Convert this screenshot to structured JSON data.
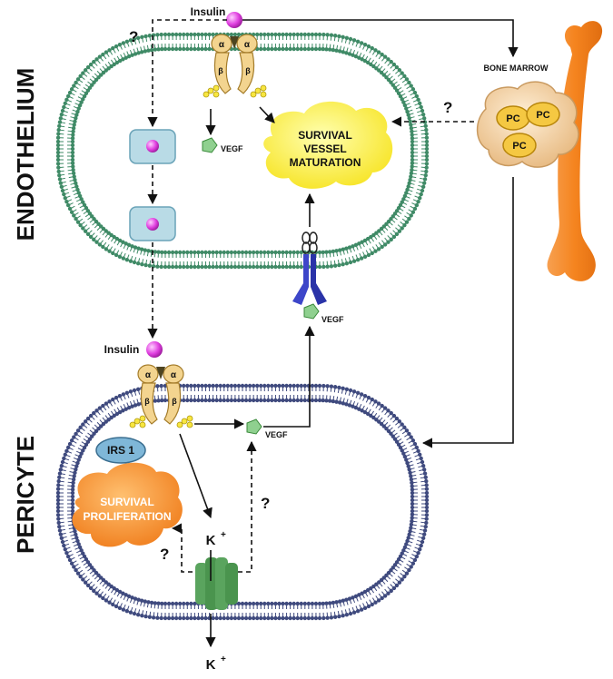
{
  "side_labels": {
    "endothelium": "ENDOTHELIUM",
    "pericyte": "PERICYTE"
  },
  "insulin_top": "Insulin",
  "insulin_mid": "Insulin",
  "question": "?",
  "receptor": {
    "alpha": "α",
    "beta": "β"
  },
  "vegf": "VEGF",
  "bone_marrow": "BONE MARROW",
  "pc": "PC",
  "survival_maturation": {
    "line1": "SURVIVAL",
    "line2": "VESSEL",
    "line3": "MATURATION"
  },
  "survival_proliferation": {
    "line1": "SURVIVAL",
    "line2": "PROLIFERATION"
  },
  "irs1": "IRS 1",
  "potassium": {
    "base": "K",
    "sup": "+"
  },
  "colors": {
    "endothelium_membrane": "#3f8a66",
    "pericyte_membrane": "#3f4a7e",
    "insulin": "#e040e0",
    "receptor": "#f3d48f",
    "vesicle": "#b9dbe6",
    "bone": "#f5841f",
    "survival_cloud": "#fff230",
    "proliferation_cloud": "#f58a25",
    "vegf_receptor": "#3d46c9",
    "channel": "#5aa45e",
    "irs1": "#7fb7d8",
    "vegf": "#8fd08f"
  }
}
